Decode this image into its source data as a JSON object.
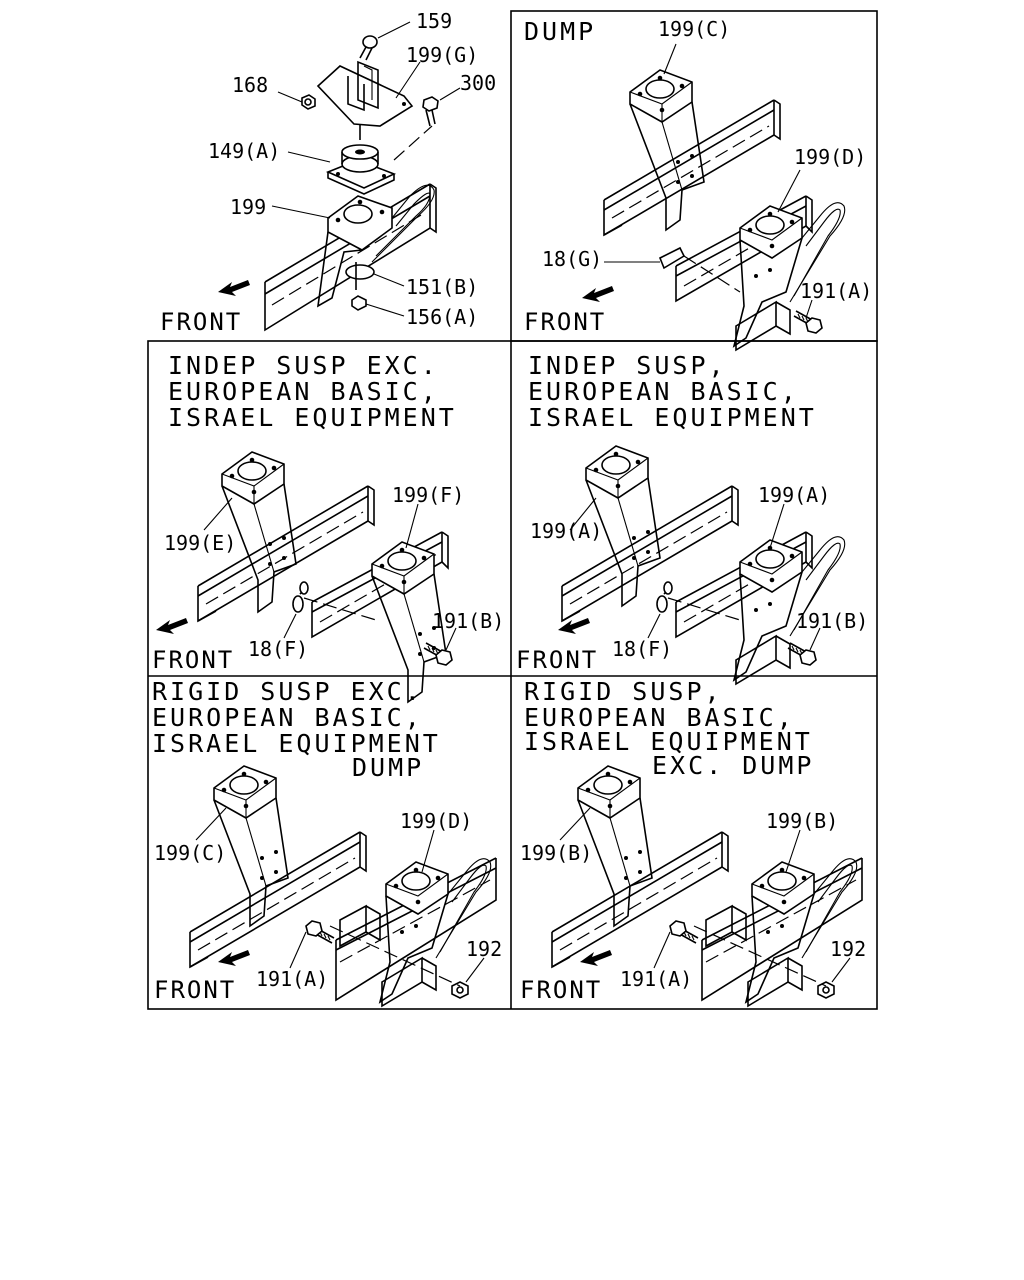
{
  "panels": [
    {
      "header": [],
      "labels": [
        "159",
        "199(G)",
        "168",
        "300",
        "149(A)",
        "199",
        "151(B)",
        "156(A)"
      ],
      "front": "FRONT"
    },
    {
      "header": [
        "DUMP"
      ],
      "labels": [
        "199(C)",
        "199(D)",
        "18(G)",
        "191(A)"
      ],
      "front": "FRONT"
    },
    {
      "header": [
        "INDEP SUSP EXC.",
        "EUROPEAN BASIC,",
        "ISRAEL EQUIPMENT"
      ],
      "labels": [
        "199(F)",
        "199(E)",
        "18(F)",
        "191(B)"
      ],
      "front": "FRONT"
    },
    {
      "header": [
        "INDEP SUSP,",
        "EUROPEAN BASIC,",
        "ISRAEL EQUIPMENT"
      ],
      "labels": [
        "199(A)",
        "199(A)",
        "18(F)",
        "191(B)"
      ],
      "front": "FRONT"
    },
    {
      "header": [
        "RIGID SUSP EXC.",
        "EUROPEAN BASIC,",
        "ISRAEL EQUIPMENT",
        "DUMP"
      ],
      "labels": [
        "199(D)",
        "199(C)",
        "191(A)",
        "192"
      ],
      "front": "FRONT"
    },
    {
      "header": [
        "RIGID SUSP,",
        "EUROPEAN BASIC,",
        "ISRAEL EQUIPMENT",
        "EXC. DUMP"
      ],
      "labels": [
        "199(B)",
        "199(B)",
        "191(A)",
        "192"
      ],
      "front": "FRONT"
    }
  ]
}
